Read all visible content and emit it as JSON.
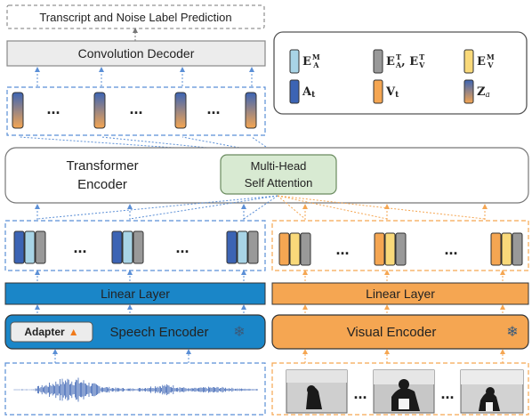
{
  "top_box": {
    "label": "Transcript and Noise Label Prediction"
  },
  "decoder": {
    "label": "Convolution Decoder"
  },
  "transformer": {
    "label_line1": "Transformer",
    "label_line2": "Encoder"
  },
  "attention": {
    "label_line1": "Multi-Head",
    "label_line2": "Self Attention"
  },
  "speech_linear": {
    "label": "Linear Layer"
  },
  "visual_linear": {
    "label": "Linear Layer"
  },
  "speech_encoder": {
    "label": "Speech Encoder",
    "adapter_label": "Adapter",
    "adapter_icon": "fire-icon",
    "frozen_icon": "snowflake-icon"
  },
  "visual_encoder": {
    "label": "Visual Encoder",
    "frozen_icon": "snowflake-icon"
  },
  "ellipsis": "...",
  "legend": {
    "items": [
      {
        "label": "E",
        "sup": "M",
        "sub": "A",
        "color": "#a8d4e6"
      },
      {
        "label": "E",
        "sup": "T",
        "sub": "A",
        "label2": ", E",
        "sup2": "T",
        "sub2": "V",
        "color": "#999999"
      },
      {
        "label": "E",
        "sup": "M",
        "sub": "V",
        "color": "#f9d97a"
      },
      {
        "label": "A",
        "sub": "t",
        "color": "#3c64b4"
      },
      {
        "label": "V",
        "sub": "t",
        "color": "#f5a652"
      },
      {
        "label": "Z",
        "sub": "a",
        "color": "gradient"
      }
    ]
  },
  "colors": {
    "blue_dark": "#3c64b4",
    "blue_light": "#a8d4e6",
    "gray": "#999999",
    "orange": "#f5a652",
    "yellow": "#f9d97a",
    "linear_blue": "#1a86c8",
    "linear_orange": "#f5a652",
    "attention_green": "#d8ead2",
    "dashed_blue": "#5b8fd6",
    "dashed_orange": "#f5a652"
  }
}
